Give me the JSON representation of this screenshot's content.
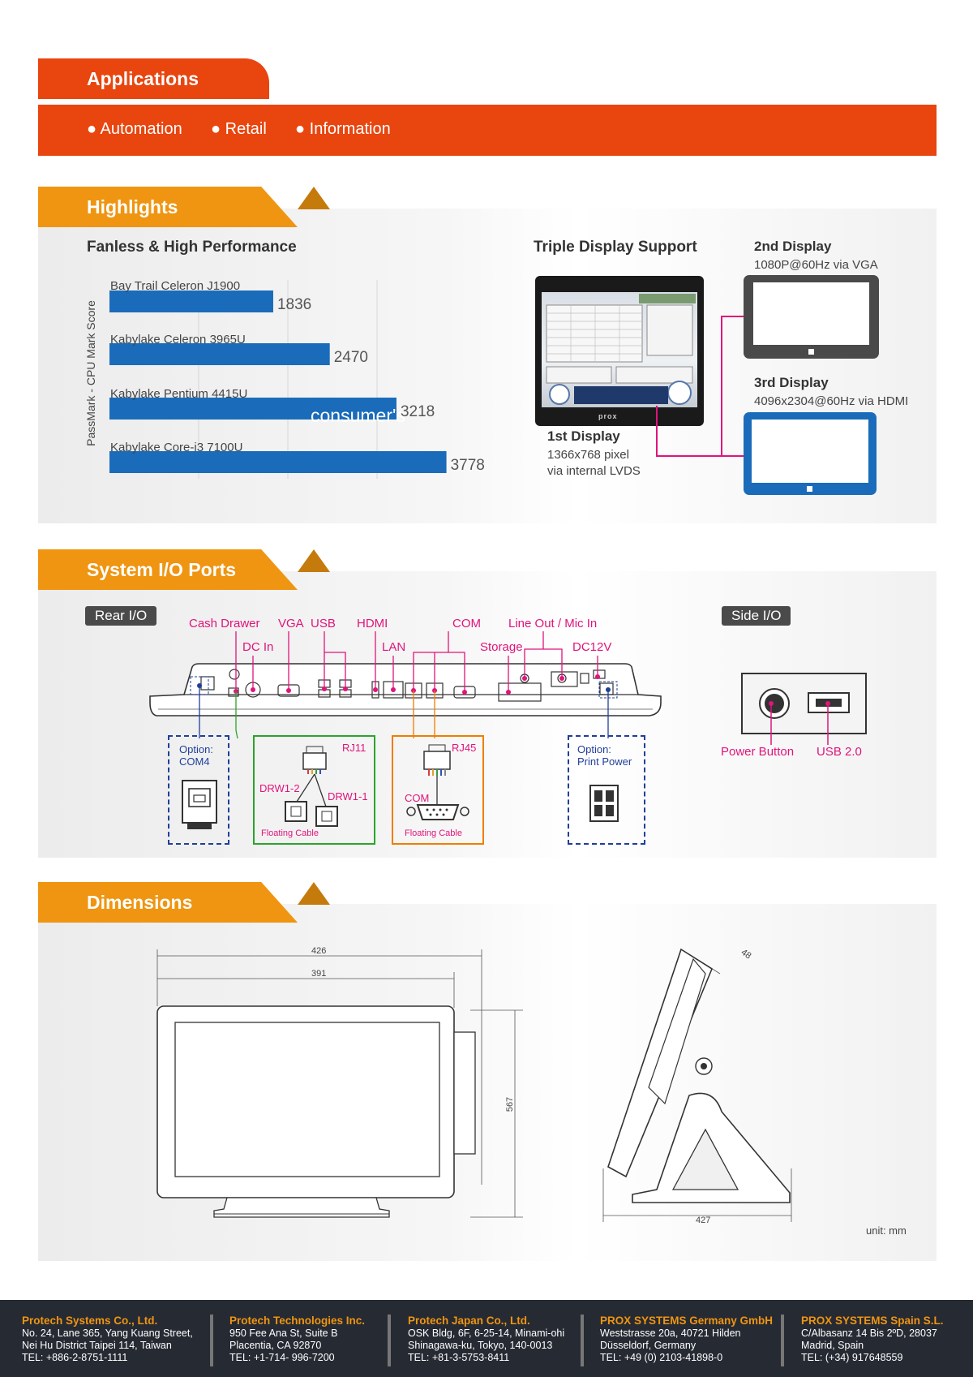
{
  "applications": {
    "title": "Applications",
    "items": [
      "● Automation",
      "● Retail",
      "● Information"
    ]
  },
  "highlights": {
    "title": "Highlights",
    "perf_title": "Fanless & High Performance",
    "display_title": "Triple Display Support",
    "watermark": "consumer's",
    "displays": {
      "first": {
        "name": "1st Display",
        "line1": "1366x768 pixel",
        "line2": "via internal LVDS"
      },
      "second": {
        "name": "2nd Display",
        "line1": "1080P@60Hz via VGA"
      },
      "third": {
        "name": "3rd Display",
        "line1": "4096x2304@60Hz via HDMI"
      }
    },
    "monitor_brand": "prox"
  },
  "chart_data": {
    "type": "bar",
    "orientation": "horizontal",
    "title": "Fanless & High Performance",
    "ylabel": "PassMark - CPU Mark Score",
    "categories": [
      "Bay Trail Celeron J1900",
      "Kabylake Celeron 3965U",
      "Kabylake Pentium 4415U",
      "Kabylake Core-i3 7100U"
    ],
    "values": [
      1836,
      2470,
      3218,
      3778
    ],
    "labels": [
      "1836",
      "2470",
      "3218",
      "3778"
    ],
    "xlim": [
      0,
      4000
    ],
    "grid": true,
    "bar_color": "#1a6cba"
  },
  "io": {
    "title": "System I/O Ports",
    "rear_label": "Rear I/O",
    "side_label": "Side I/O",
    "ports": {
      "cash_drawer": "Cash Drawer",
      "dc_in": "DC In",
      "vga": "VGA",
      "usb": "USB",
      "hdmi": "HDMI",
      "lan": "LAN",
      "com": "COM",
      "storage": "Storage",
      "line_out": "Line Out / Mic In",
      "dc12v": "DC12V"
    },
    "option_com4": {
      "line1": "Option:",
      "line2": "COM4"
    },
    "option_print": {
      "line1": "Option:",
      "line2": "Print Power"
    },
    "rj11_box": {
      "rj11": "RJ11",
      "drw12": "DRW1-2",
      "drw11": "DRW1-1",
      "cable": "Floating Cable"
    },
    "rj45_box": {
      "rj45": "RJ45",
      "com": "COM",
      "cable": "Floating Cable"
    },
    "side": {
      "power": "Power Button",
      "usb": "USB 2.0"
    }
  },
  "dimensions": {
    "title": "Dimensions",
    "w426": "426",
    "w391": "391",
    "h567": "567",
    "d48": "48",
    "d427": "427",
    "unit": "unit: mm"
  },
  "footer": [
    {
      "title": "Protech Systems Co., Ltd.",
      "l1": "No. 24, Lane 365, Yang Kuang Street,",
      "l2": "Nei Hu District Taipei 114, Taiwan",
      "l3": "TEL: +886-2-8751-1111"
    },
    {
      "title": "Protech Technologies Inc.",
      "l1": "950 Fee Ana St, Suite B",
      "l2": "Placentia, CA 92870",
      "l3": "TEL: +1-714- 996-7200"
    },
    {
      "title": "Protech Japan Co., Ltd.",
      "l1": "OSK Bldg, 6F, 6-25-14, Minami-ohi",
      "l2": "Shinagawa-ku, Tokyo, 140-0013",
      "l3": "TEL: +81-3-5753-8411"
    },
    {
      "title": "PROX SYSTEMS Germany GmbH",
      "l1": "Weststrasse 20a, 40721 Hilden",
      "l2": "Düsseldorf, Germany",
      "l3": "TEL: +49 (0) 2103-41898-0"
    },
    {
      "title": "PROX SYSTEMS Spain S.L.",
      "l1": "C/Albasanz 14 Bis 2ºD, 28037",
      "l2": "Madrid, Spain",
      "l3": "TEL: (+34) 917648559"
    }
  ],
  "colors": {
    "red": "#e8450f",
    "orange": "#ef9511",
    "magenta": "#e0147a",
    "blue_accent": "#1a6cba",
    "footer_bg": "#262a33"
  }
}
